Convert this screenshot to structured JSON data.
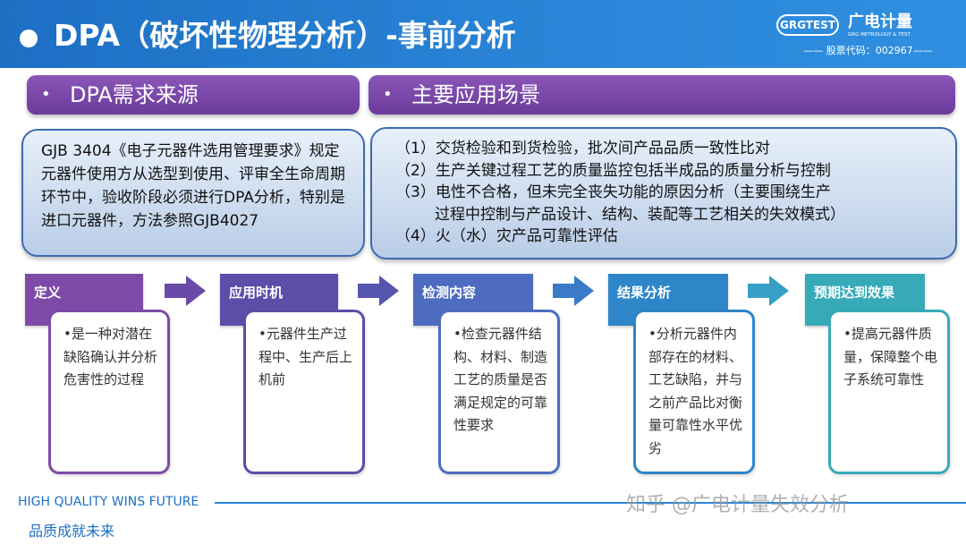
{
  "header": {
    "title": "DPA（破坏性物理分析）-事前分析",
    "logo_badge": "GRGTEST",
    "logo_name": "广电计量",
    "logo_sub": "GRG METROLOGY & TEST",
    "logo_stock": "—— 股票代码：002967——"
  },
  "sections": {
    "left": {
      "title": "DPA需求来源",
      "paragraph": "GJB 3404《电子元器件选用管理要求》规定元器件使用方从选型到使用、评审全生命周期环节中，验收阶段必须进行DPA分析，特别是进口元器件，方法参照GJB4027"
    },
    "right": {
      "title": "主要应用场景",
      "items": [
        "（1）交货检验和到货检验，批次间产品品质一致性比对",
        "（2）生产关键过程工艺的质量监控包括半成品的质量分析与控制",
        "（3）电性不合格，但未完全丧失功能的原因分析（主要围绕生产",
        "过程中控制与产品设计、结构、装配等工艺相关的失效模式）",
        "（4）火（水）灾产品可靠性评估"
      ]
    }
  },
  "process": [
    {
      "tab": "定义",
      "text": "•是一种对潜在缺陷确认并分析危害性的过程"
    },
    {
      "tab": "应用时机",
      "text": "•元器件生产过程中、生产后上机前"
    },
    {
      "tab": "检测内容",
      "text": "•检查元器件结构、材料、制造工艺的质量是否满足规定的可靠性要求"
    },
    {
      "tab": "结果分析",
      "text": "•分析元器件内部存在的材料、工艺缺陷，并与之前产品比对衡量可靠性水平优劣"
    },
    {
      "tab": "预期达到效果",
      "text": "•提高元器件质量，保障整个电子系统可靠性"
    }
  ],
  "footer": {
    "slogan_en": "HIGH QUALITY WINS FUTURE",
    "slogan_cn": "品质成就未来",
    "watermark": "知乎 @广电计量失效分析"
  },
  "colors": {
    "header": "#2a86d8",
    "title_bar": "#7e4aa8",
    "step_colors": [
      "#7e4aa8",
      "#5b4ea8",
      "#4d6cc0",
      "#2e86c9",
      "#37aab8"
    ]
  }
}
